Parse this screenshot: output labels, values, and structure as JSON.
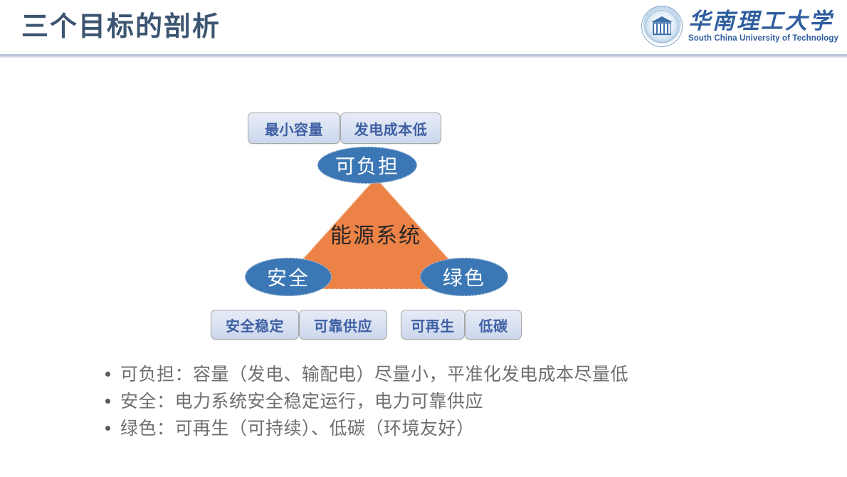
{
  "slide": {
    "title": "三个目标的剖析",
    "background_color": "#ffffff",
    "title_color": "#3c5572",
    "divider_color": "#b9c2d6"
  },
  "logo": {
    "name_cn": "华南理工大学",
    "name_en": "South China University of Technology",
    "color": "#2f5e9e",
    "seal_icon": "university-seal-icon"
  },
  "diagram": {
    "center_label": "能源系统",
    "triangle_color": "#ed8247",
    "node_color": "#3c77b5",
    "callout_color": "#dbe3f2",
    "nodes": [
      {
        "id": "affordable",
        "label": "可负担"
      },
      {
        "id": "secure",
        "label": "安全"
      },
      {
        "id": "green",
        "label": "绿色"
      }
    ],
    "callouts_top": [
      {
        "label": "最小容量"
      },
      {
        "label": "发电成本低"
      }
    ],
    "callouts_bottom_left": [
      {
        "label": "安全稳定"
      },
      {
        "label": "可靠供应"
      }
    ],
    "callouts_bottom_right": [
      {
        "label": "可再生"
      },
      {
        "label": "低碳"
      }
    ]
  },
  "bullets": [
    {
      "text": "可负担：容量（发电、输配电）尽量小，平准化发电成本尽量低"
    },
    {
      "text": "安全：电力系统安全稳定运行，电力可靠供应"
    },
    {
      "text": "绿色：可再生（可持续）、低碳（环境友好）"
    }
  ]
}
